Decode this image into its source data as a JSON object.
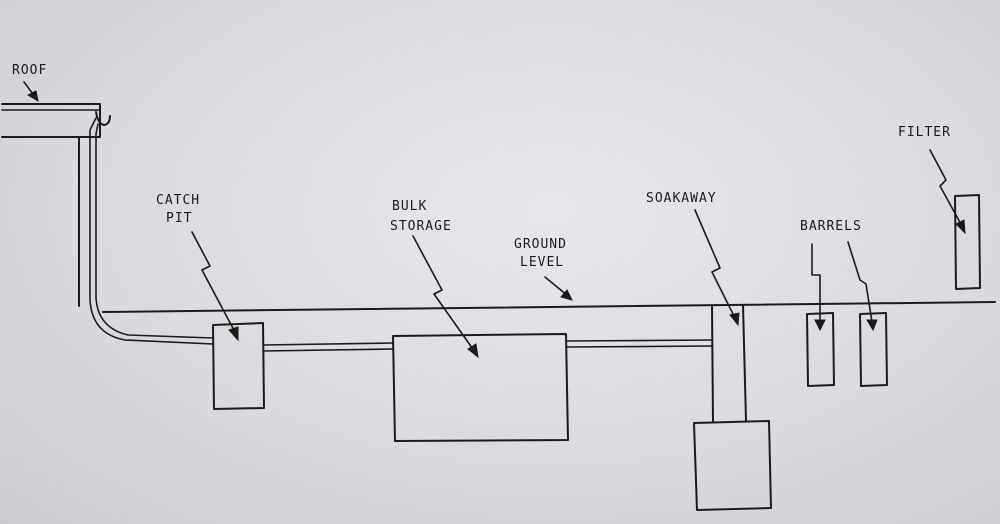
{
  "labels": {
    "roof": "ROOF",
    "catch_pit_line1": "CATCH",
    "catch_pit_line2": "PIT",
    "bulk_storage_line1": "BULK",
    "bulk_storage_line2": "STORAGE",
    "ground_level_line1": "GROUND",
    "ground_level_line2": "LEVEL",
    "soakaway": "SOAKAWAY",
    "barrels": "BARRELS",
    "filter": "FILTER"
  },
  "colors": {
    "ink": "#1b1b1b",
    "paper": "#dcdee2"
  }
}
